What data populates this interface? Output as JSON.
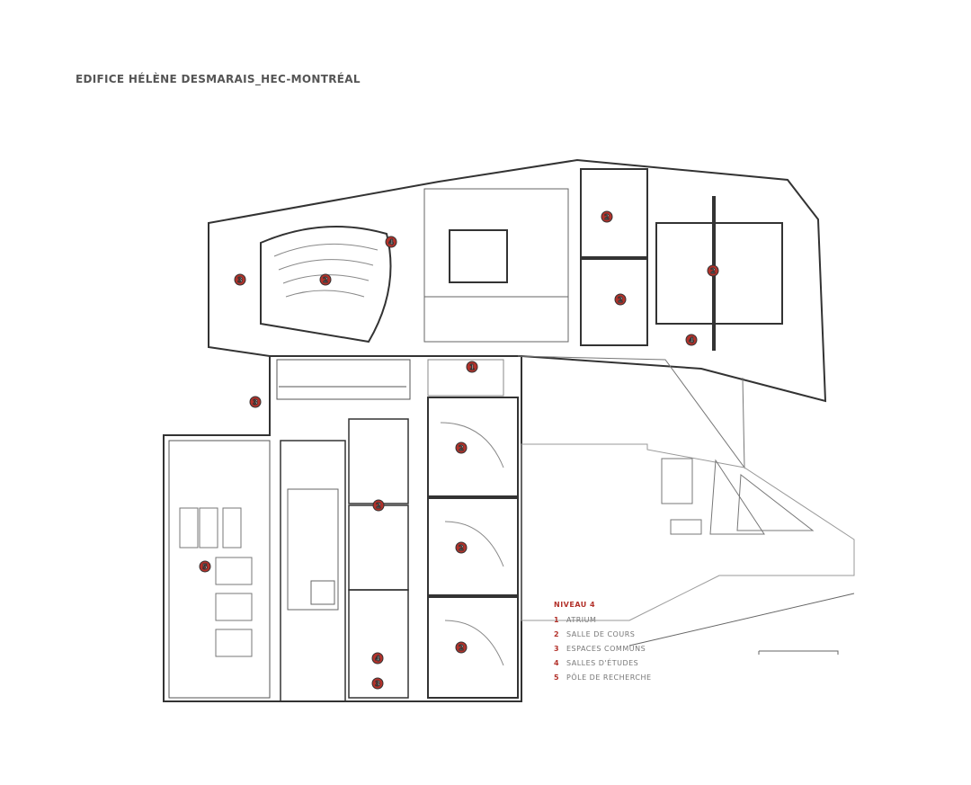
{
  "title": "EDIFICE HÉLÈNE DESMARAIS_HEC-MONTRÉAL",
  "legend": {
    "heading": "NIVEAU 4",
    "items": [
      {
        "num": "1",
        "label": "ATRIUM"
      },
      {
        "num": "2",
        "label": "SALLE DE COURS"
      },
      {
        "num": "3",
        "label": "ESPACES COMMUNS"
      },
      {
        "num": "4",
        "label": "SALLES D'ÉTUDES"
      },
      {
        "num": "5",
        "label": "PÔLE DE RECHERCHE"
      }
    ]
  },
  "markers": [
    "1",
    "3",
    "2",
    "4",
    "2",
    "2",
    "2",
    "4",
    "3",
    "2",
    "2",
    "2",
    "5",
    "2",
    "4",
    "3"
  ],
  "colors": {
    "accent": "#b3322b",
    "line": "#333333"
  }
}
